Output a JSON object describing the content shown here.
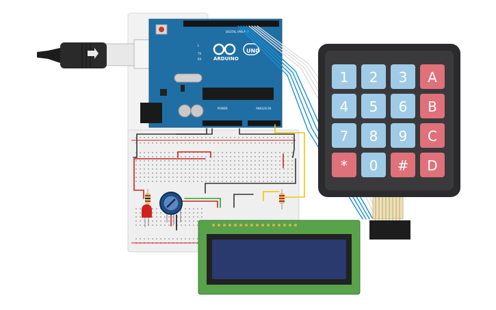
{
  "board": {
    "brand": "ARDUINO",
    "model": "UNO",
    "digital_header": "DIGITAL (PWM~)",
    "power_label": "POWER",
    "analog_label": "ANALOG IN",
    "led_labels": [
      "L",
      "TX",
      "RX"
    ],
    "body_color": "#1f6fa5"
  },
  "keypad": {
    "keys": [
      {
        "label": "1",
        "kind": "digit"
      },
      {
        "label": "2",
        "kind": "digit"
      },
      {
        "label": "3",
        "kind": "digit"
      },
      {
        "label": "A",
        "kind": "letter"
      },
      {
        "label": "4",
        "kind": "digit"
      },
      {
        "label": "5",
        "kind": "digit"
      },
      {
        "label": "6",
        "kind": "digit"
      },
      {
        "label": "B",
        "kind": "letter"
      },
      {
        "label": "7",
        "kind": "digit"
      },
      {
        "label": "8",
        "kind": "digit"
      },
      {
        "label": "9",
        "kind": "digit"
      },
      {
        "label": "C",
        "kind": "letter"
      },
      {
        "label": "*",
        "kind": "symbol"
      },
      {
        "label": "0",
        "kind": "digit"
      },
      {
        "label": "#",
        "kind": "symbol"
      },
      {
        "label": "D",
        "kind": "letter"
      }
    ],
    "colors": {
      "digit": "#9fcbe6",
      "letter": "#e0707a",
      "symbol": "#e0707a",
      "frame": "#2b2b2d"
    }
  },
  "lcd": {
    "pcb_color": "#58a34a",
    "screen_color": "#2a3a6e"
  },
  "icons": [
    "usb-cable-icon",
    "potentiometer-icon",
    "led-icon",
    "resistor-icon"
  ]
}
